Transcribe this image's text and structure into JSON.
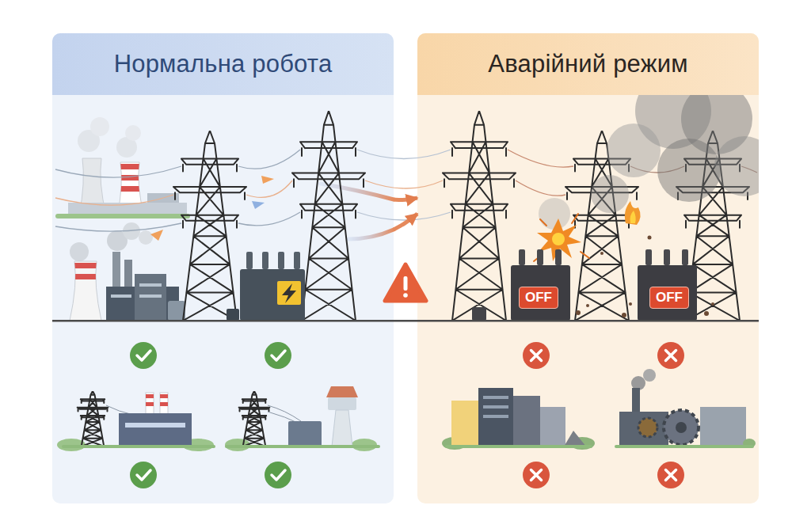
{
  "diagram": {
    "nodes": [
      {
        "text": [
          "Нормальна робота"
        ]
      },
      {
        "text": [
          "Аварійний режим"
        ]
      },
      {
        "text": [
          "OFF"
        ],
        "in": 1
      },
      {
        "text": [
          "OFF"
        ],
        "in": 1
      }
    ],
    "edges": [
      {
        "from": 0,
        "to": 1,
        "arrow": "to"
      },
      {
        "from": 0,
        "to": 1,
        "arrow": "to"
      }
    ]
  }
}
